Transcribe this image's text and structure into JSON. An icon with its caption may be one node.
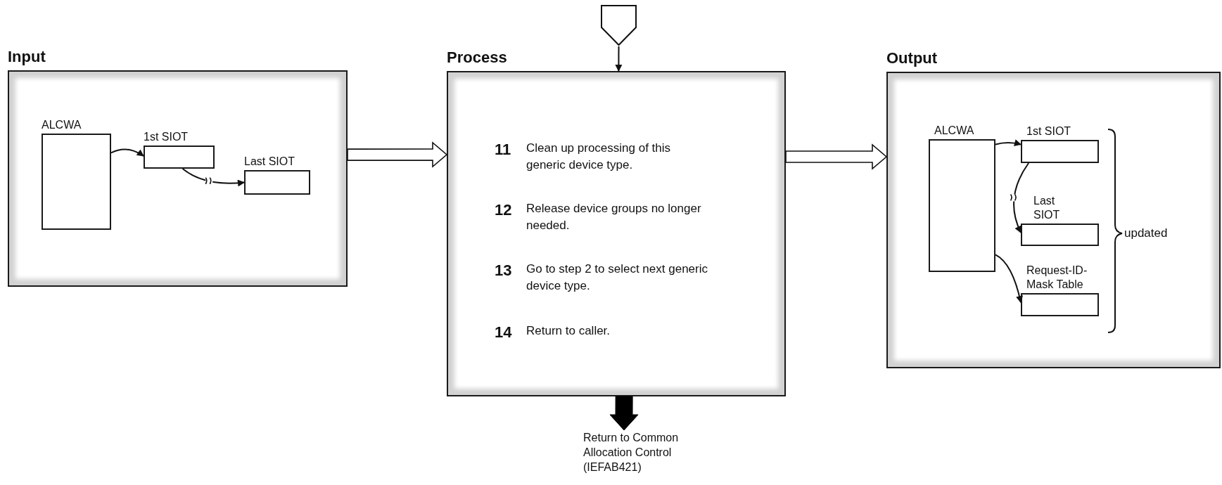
{
  "diagram": {
    "nodes": [
      {
        "text": [
          "Input"
        ]
      },
      {
        "text": [
          "ALCWA"
        ],
        "in": 0
      },
      {
        "text": [
          "1st SIOT"
        ],
        "in": 0
      },
      {
        "text": [
          "Last SIOT"
        ],
        "in": 0
      },
      {
        "text": [],
        "shape": "pentagon"
      },
      {
        "text": [
          "Process"
        ]
      },
      {
        "text": [
          "Output"
        ]
      },
      {
        "text": [
          "ALCWA"
        ],
        "in": 6
      },
      {
        "text": [
          "1st SIOT"
        ],
        "in": 6
      },
      {
        "text": [
          "Last SIOT"
        ],
        "in": 6
      },
      {
        "text": [
          "Request-ID-Mask Table"
        ],
        "in": 6
      },
      {
        "text": [
          "Return to Common Allocation Control (IEFAB421)"
        ]
      }
    ],
    "edges": [
      {
        "from": 1,
        "to": 2,
        "arrow": "to"
      },
      {
        "from": 2,
        "to": 3,
        "arrow": "to"
      },
      {
        "from": 0,
        "to": 5,
        "arrow": "to",
        "style": "thick"
      },
      {
        "from": 4,
        "to": 5,
        "arrow": "to"
      },
      {
        "from": 5,
        "to": 6,
        "arrow": "to",
        "style": "thick"
      },
      {
        "from": 5,
        "to": 11,
        "arrow": "to",
        "style": "thick",
        "color": "#000000"
      },
      {
        "from": 7,
        "to": 8,
        "arrow": "to"
      },
      {
        "from": 8,
        "to": 9,
        "arrow": "to"
      },
      {
        "from": 7,
        "to": 10,
        "arrow": "to"
      }
    ],
    "labels": [
      "11",
      "Clean up processing of this generic device type.",
      "12",
      "Release device groups no longer needed.",
      "13",
      "Go to step 2 to select next generic device type.",
      "14",
      "Return to caller.",
      "updated"
    ]
  }
}
